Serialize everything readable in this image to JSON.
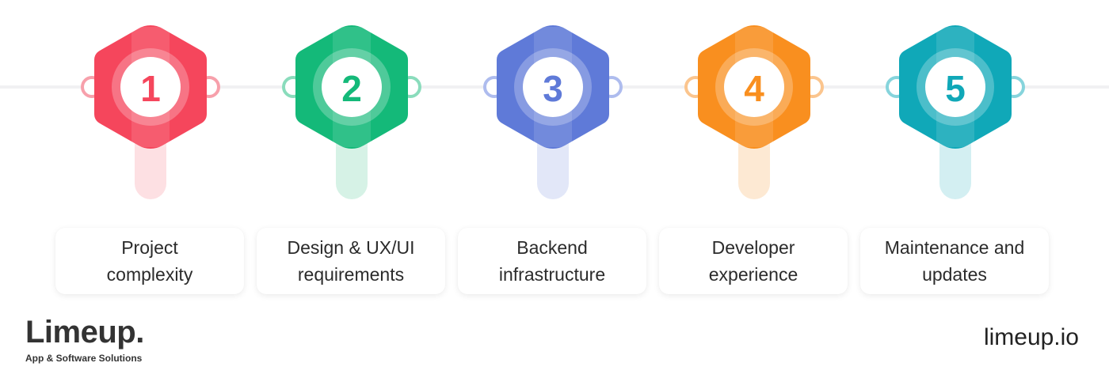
{
  "steps": [
    {
      "number": "1",
      "label": "Project\ncomplexity",
      "color": "#f5465c",
      "light": "#fde0e3",
      "ring": "#f7a0ab"
    },
    {
      "number": "2",
      "label": "Design & UX/UI\nrequirements",
      "color": "#14b979",
      "light": "#d6f2e6",
      "ring": "#8adcbc"
    },
    {
      "number": "3",
      "label": "Backend\ninfrastructure",
      "color": "#5f7ad8",
      "light": "#e2e7f8",
      "ring": "#aebcee"
    },
    {
      "number": "4",
      "label": "Developer\nexperience",
      "color": "#f98f1f",
      "light": "#fde9d3",
      "ring": "#fbc58e"
    },
    {
      "number": "5",
      "label": "Maintenance and\nupdates",
      "color": "#10a8b8",
      "light": "#d3eff2",
      "ring": "#86d4dc"
    }
  ],
  "brand": {
    "name": "Limeup.",
    "tagline": "App & Software Solutions"
  },
  "site_url": "limeup.io"
}
